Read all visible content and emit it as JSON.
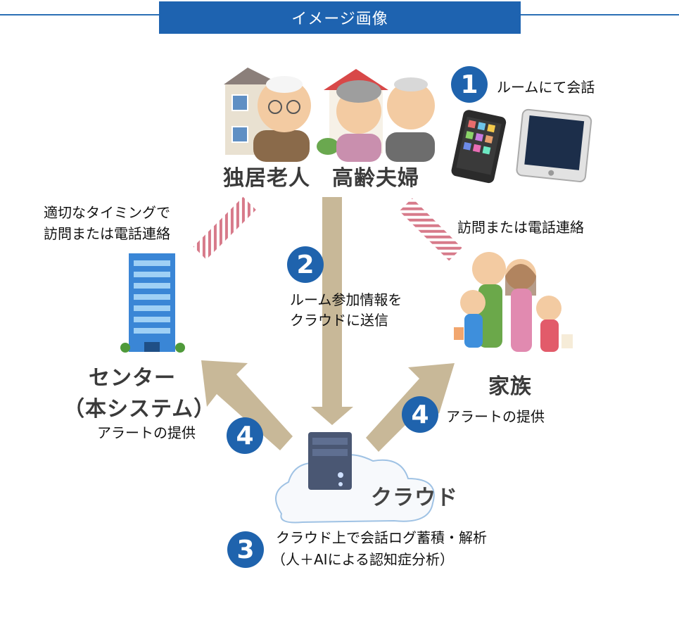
{
  "header": {
    "title": "イメージ画像"
  },
  "nodes": {
    "elderly_single": "独居老人",
    "elderly_couple": "高齢夫婦",
    "center_line1": "センター",
    "center_line2": "（本システム）",
    "family": "家族",
    "cloud": "クラウド"
  },
  "steps": [
    {
      "number": "1",
      "text": "ルームにて会話"
    },
    {
      "number": "2",
      "lines": [
        "ルーム参加情報を",
        "クラウドに送信"
      ]
    },
    {
      "number": "3",
      "lines": [
        "クラウド上で会話ログ蓄積・解析",
        "（人＋AIによる認知症分析）"
      ]
    },
    {
      "number": "4",
      "text": "アラートの提供"
    },
    {
      "number": "4",
      "text": "アラートの提供"
    }
  ],
  "contacts": {
    "center": [
      "適切なタイミングで",
      "訪問または電話連絡"
    ],
    "family": "訪問または電話連絡"
  },
  "colors": {
    "accent_blue": "#1f63ad",
    "arrow_tan": "#c8b898",
    "hatch_pink": "#d77a8a"
  }
}
